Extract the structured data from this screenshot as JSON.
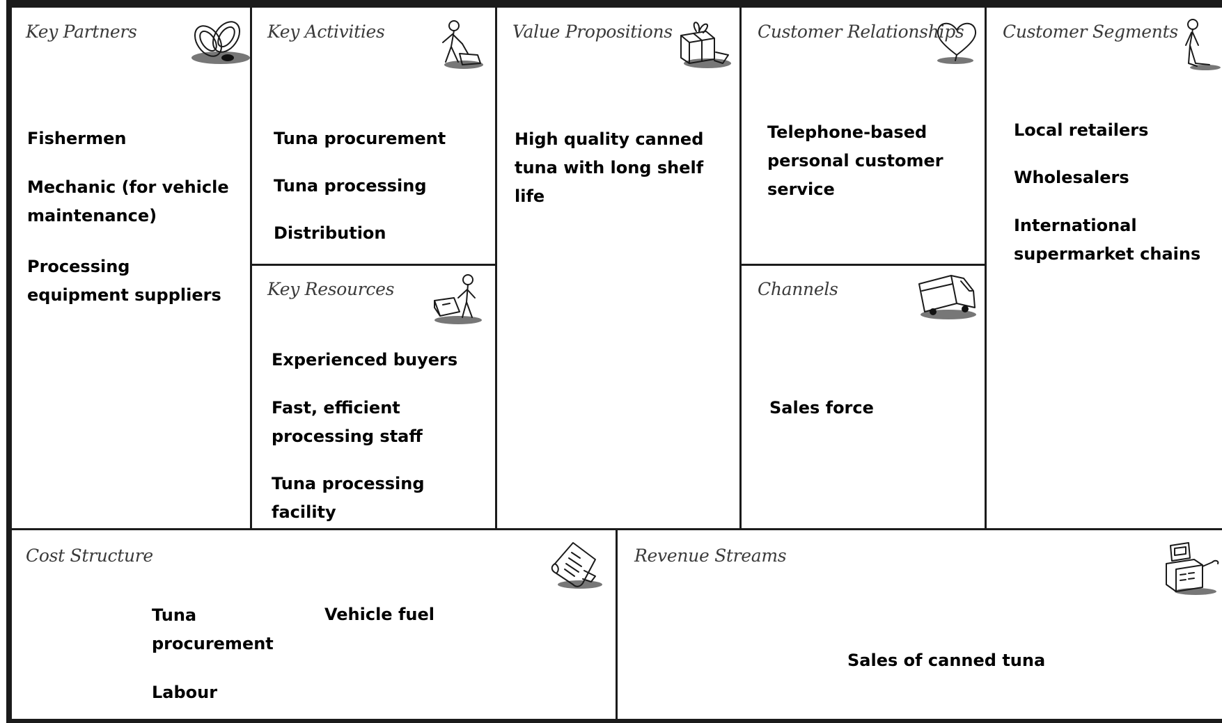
{
  "canvas": {
    "key_partners": {
      "title": "Key Partners",
      "items": [
        "Fishermen",
        "Mechanic (for vehicle maintenance)",
        "Processing equipment suppliers"
      ],
      "icon": "chain-links-icon"
    },
    "key_activities": {
      "title": "Key Activities",
      "items": [
        "Tuna procurement",
        "Tuna processing",
        "Distribution"
      ],
      "icon": "worker-icon"
    },
    "key_resources": {
      "title": "Key Resources",
      "items": [
        "Experienced buyers",
        "Fast, efficient processing staff",
        "Tuna processing facility"
      ],
      "icon": "forklift-worker-icon"
    },
    "value_propositions": {
      "title": "Value Propositions",
      "items": [
        "High quality canned tuna with long shelf life"
      ],
      "icon": "gift-box-icon"
    },
    "customer_relationships": {
      "title": "Customer Relationships",
      "items": [
        "Telephone-based personal customer service"
      ],
      "icon": "heart-icon"
    },
    "channels": {
      "title": "Channels",
      "items": [
        "Sales force"
      ],
      "icon": "delivery-truck-icon"
    },
    "customer_segments": {
      "title": "Customer Segments",
      "items": [
        "Local retailers",
        "Wholesalers",
        "International supermarket chains"
      ],
      "icon": "person-icon"
    },
    "cost_structure": {
      "title": "Cost Structure",
      "items": [
        "Tuna procurement",
        "Vehicle fuel",
        "Labour"
      ],
      "icon": "receipt-icon"
    },
    "revenue_streams": {
      "title": "Revenue Streams",
      "items": [
        "Sales of canned tuna"
      ],
      "icon": "cash-register-icon"
    }
  }
}
